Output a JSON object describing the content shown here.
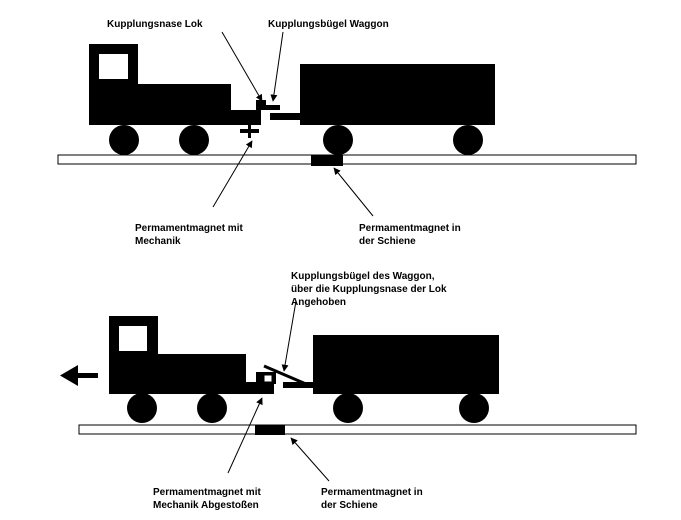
{
  "top": {
    "labels": {
      "coupling_nose": "Kupplungsnase Lok",
      "coupling_bracket": "Kupplungsbügel Waggon",
      "magnet_mechanism": [
        "Permamentmagnet mit",
        "Mechanik"
      ],
      "magnet_rail": [
        "Permamentmagnet in",
        "der Schiene"
      ]
    }
  },
  "bottom": {
    "labels": {
      "bracket_raised": [
        "Kupplungsbügel des Waggon,",
        "über die Kupplungsnase der Lok",
        "Angehoben"
      ],
      "magnet_repelled": [
        "Permamentmagnet mit",
        "Mechanik Abgestoßen"
      ],
      "magnet_rail": [
        "Permamentmagnet in",
        "der Schiene"
      ]
    }
  },
  "colors": {
    "ink": "#000000",
    "paper": "#ffffff"
  }
}
